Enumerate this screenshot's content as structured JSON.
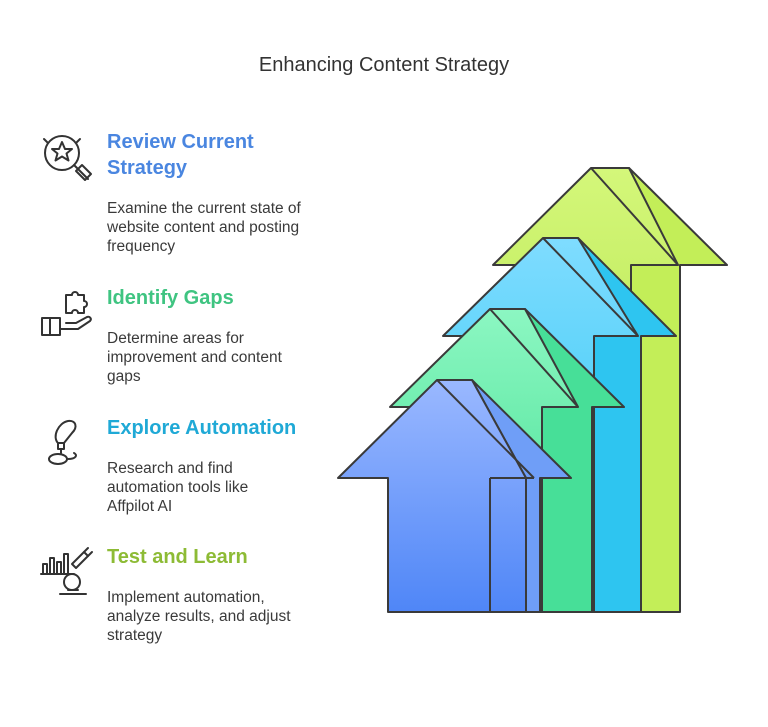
{
  "title": "Enhancing Content Strategy",
  "steps": [
    {
      "heading": "Review Current Strategy",
      "heading_line1": "Review Current",
      "heading_line2": "Strategy",
      "description": "Examine the current state of website content and posting frequency",
      "desc_line1": "Examine the current state of",
      "desc_line2": "website content and posting",
      "desc_line3": "frequency",
      "color": "#4a86e0",
      "icon": "magnifier-star-icon"
    },
    {
      "heading": "Identify Gaps",
      "description": "Determine areas for improvement and content gaps",
      "desc_line1": "Determine areas for",
      "desc_line2": "improvement and content",
      "desc_line3": "gaps",
      "color": "#3fc481",
      "icon": "hand-puzzle-icon"
    },
    {
      "heading": "Explore Automation",
      "description": "Research and find automation tools like Affpilot AI",
      "desc_line1": "Research and find",
      "desc_line2": "automation tools like",
      "desc_line3": "Affpilot AI",
      "color": "#1fa9d6",
      "icon": "automation-icon"
    },
    {
      "heading": "Test and Learn",
      "description": "Implement automation, analyze results, and adjust strategy",
      "desc_line1": "Implement automation,",
      "desc_line2": "analyze results, and adjust",
      "desc_line3": "strategy",
      "color": "#8dbb35",
      "icon": "chart-microscope-icon"
    }
  ],
  "arrow_colors": [
    "#5b8ff5",
    "#4fe0a0",
    "#35c8f5",
    "#b6e44a"
  ]
}
